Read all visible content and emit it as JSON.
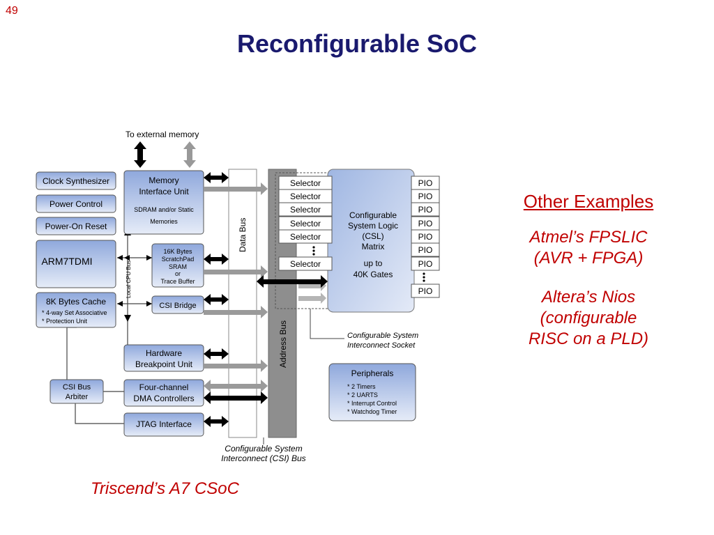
{
  "slide": {
    "page_number": "49",
    "title": "Reconfigurable SoC",
    "caption": "Triscend’s A7 CSoC",
    "other_heading": "Other Examples",
    "examples": [
      {
        "line1": "Atmel’s FPSLIC",
        "line2": "(AVR + FPGA)"
      },
      {
        "line1": "Altera’s Nios",
        "line2": "(configurable",
        "line3": "RISC on a PLD)"
      }
    ]
  },
  "diagram": {
    "to_external": "To external memory",
    "clock": "Clock Synthesizer",
    "power": "Power Control",
    "poweron": "Power-On Reset",
    "arm": "ARM7TDMI",
    "cache1": "8K Bytes Cache",
    "cache2": "* 4-way Set Associative",
    "cache3": "* Protection Unit",
    "miu1": "Memory",
    "miu2": "Interface Unit",
    "miu3": "SDRAM and/or Static",
    "miu4": "Memories",
    "local_bus": "Local CPU Bus",
    "sp1": "16K Bytes",
    "sp2": "ScratchPad",
    "sp3": "SRAM",
    "sp4": "or",
    "sp5": "Trace Buffer",
    "csi_bridge": "CSI Bridge",
    "hw1": "Hardware",
    "hw2": "Breakpoint Unit",
    "arb1": "CSI Bus",
    "arb2": "Arbiter",
    "dma1": "Four-channel",
    "dma2": "DMA Controllers",
    "jtag": "JTAG Interface",
    "data_bus": "Data Bus",
    "address_bus": "Address Bus",
    "selector": "Selector",
    "csl1": "Configurable",
    "csl2": "System Logic",
    "csl3": "(CSL)",
    "csl4": "Matrix",
    "csl5": "up to",
    "csl6": "40K Gates",
    "pio": "PIO",
    "socket1": "Configurable System",
    "socket2": "Interconnect Socket",
    "periph1": "Peripherals",
    "periph2": "* 2 Timers",
    "periph3": "* 2 UARTS",
    "periph4": "* Interrupt Control",
    "periph5": "* Watchdog Timer",
    "csibus1": "Configurable System",
    "csibus2": "Interconnect (CSI) Bus",
    "colors": {
      "block_fill": "#a9bde3",
      "bus_gray": "#8e8e8e",
      "accent_red": "#c00000",
      "title_navy": "#1a1a6e"
    }
  }
}
